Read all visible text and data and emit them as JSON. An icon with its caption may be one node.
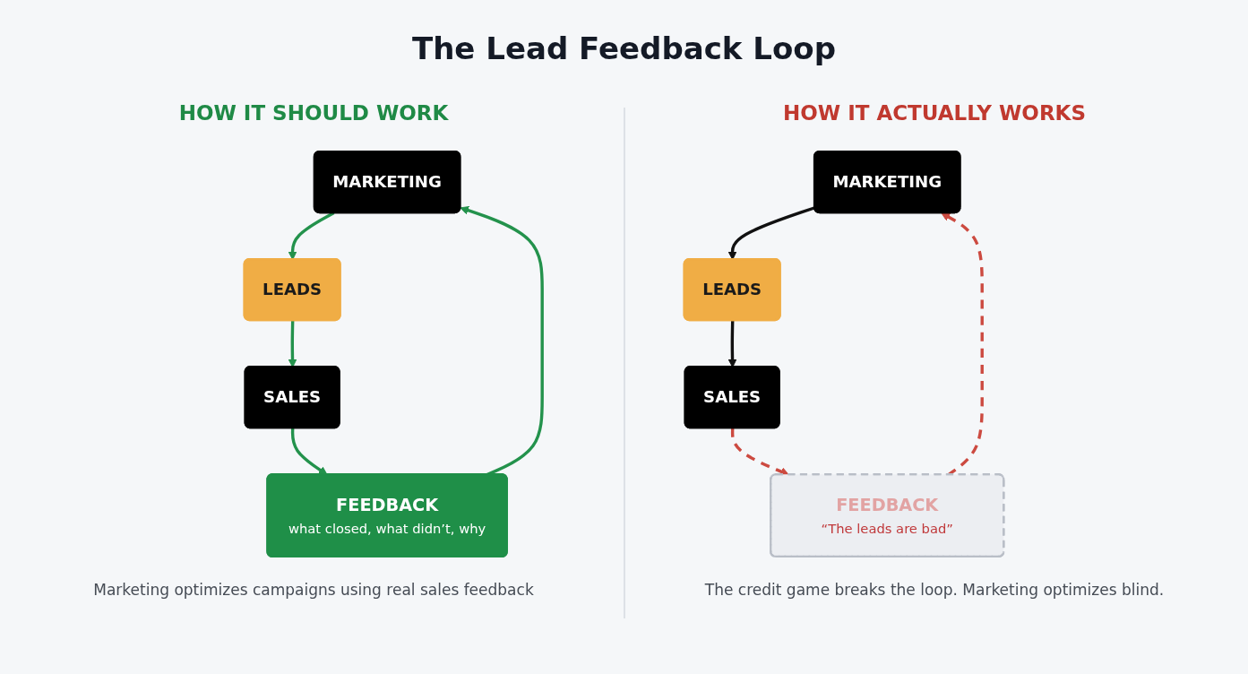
{
  "diagram": {
    "title": "The Lead Feedback Loop",
    "nodes": [
      {
        "text": [
          "MARKETING"
        ]
      },
      {
        "text": [
          "FEEDBACK",
          "what closed, what didn’t, why"
        ]
      },
      {
        "text": [
          "LEADS"
        ]
      },
      {
        "text": [
          "SALES"
        ]
      },
      {
        "text": [
          "MARKETING"
        ]
      },
      {
        "text": [
          "FEEDBACK",
          "“The leads are bad”"
        ]
      },
      {
        "text": [
          "LEADS"
        ]
      },
      {
        "text": [
          "SALES"
        ]
      }
    ],
    "edges": [
      {
        "from": 0,
        "to": 2,
        "arrow": "to"
      },
      {
        "from": 2,
        "to": 3,
        "arrow": "to"
      },
      {
        "from": 3,
        "to": 1,
        "arrow": "to"
      },
      {
        "from": 1,
        "to": 0,
        "arrow": "to"
      },
      {
        "from": 4,
        "to": 6,
        "arrow": "to",
        "color": "#111111"
      },
      {
        "from": 6,
        "to": 7,
        "arrow": "to",
        "color": "#111111"
      },
      {
        "from": 7,
        "to": 5,
        "arrow": "to",
        "style": "dashed",
        "color": "#cc4a40"
      },
      {
        "from": 5,
        "to": 4,
        "arrow": "to",
        "style": "dashed",
        "color": "#cc4a40"
      }
    ],
    "labels": [
      "HOW IT SHOULD WORK",
      "HOW IT ACTUALLY WORKS",
      "Marketing optimizes campaigns using real sales feedback",
      "The credit game breaks the loop. Marketing optimizes blind."
    ]
  }
}
